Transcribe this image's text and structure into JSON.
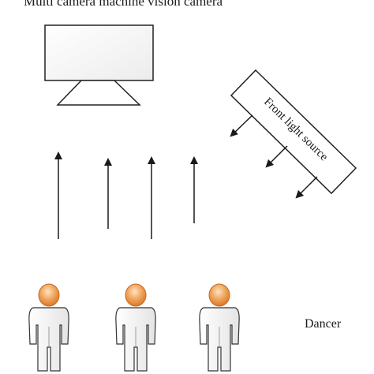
{
  "diagram": {
    "title": "Multi camera machine vision camera",
    "light_source_label": "Front light source",
    "dancer_label": "Dancer"
  },
  "colors": {
    "monitor_fill": "#f7f7f7",
    "line": "#222222",
    "figure_head": "#f0a35a",
    "figure_body": "#f5f5f5"
  }
}
